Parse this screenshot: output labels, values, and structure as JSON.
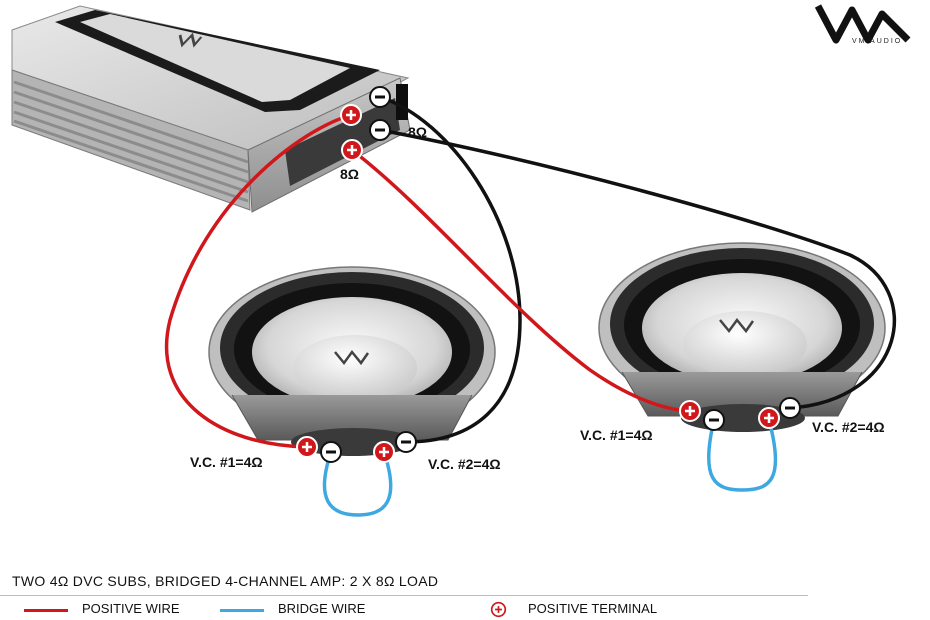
{
  "logo": {
    "mark": "VM",
    "subtitle": "VM AUDIO"
  },
  "labels": {
    "amp_ohm_upper": "8Ω",
    "amp_ohm_lower": "8Ω",
    "sub1_vc1": "V.C. #1=4Ω",
    "sub1_vc2": "V.C. #2=4Ω",
    "sub2_vc1": "V.C. #1=4Ω",
    "sub2_vc2": "V.C. #2=4Ω"
  },
  "caption": "TWO 4Ω DVC SUBS, BRIDGED 4-CHANNEL AMP: 2 X 8Ω LOAD",
  "legend": {
    "positive_wire": "POSITIVE WIRE",
    "bridge_wire": "BRIDGE WIRE",
    "positive_terminal": "POSITIVE TERMINAL"
  },
  "colors": {
    "positive_wire": "#d0181c",
    "negative_wire": "#111111",
    "bridge_wire": "#3ea8e0",
    "positive_terminal": "#d0181c",
    "negative_terminal": "#ffffff"
  },
  "icons": {
    "positive_terminal": "plus-circle-icon",
    "negative_terminal": "minus-circle-icon"
  }
}
